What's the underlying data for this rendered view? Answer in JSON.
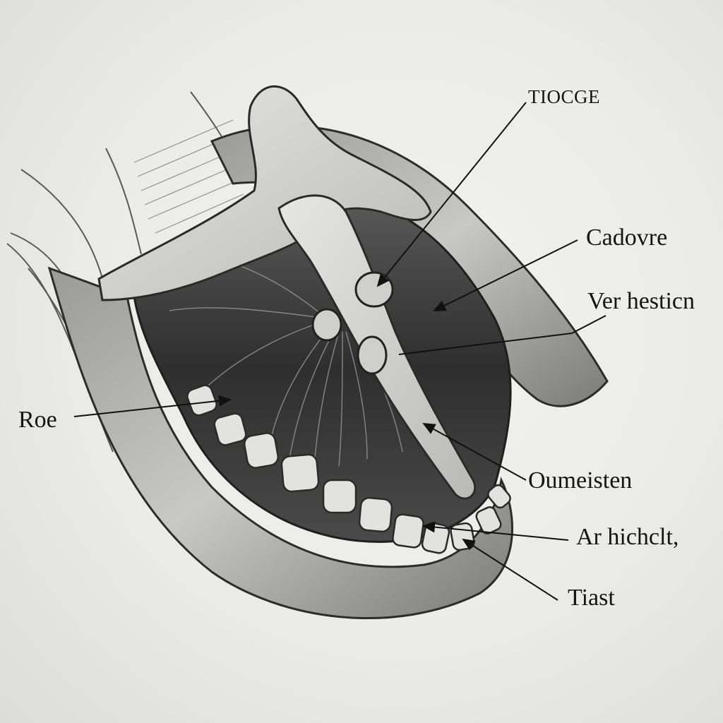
{
  "labels": {
    "top": "TIOCGE",
    "right_1": "Cadovre",
    "right_2": "Ver hesticn",
    "left": "Roe",
    "right_3": "Oumeisten",
    "right_4": "Ar hichclt,",
    "right_5": "Tiast"
  },
  "colors": {
    "paper": "#ececea",
    "ink": "#151515",
    "shade_dark": "#3a3a3a",
    "shade_mid": "#8a8a8a",
    "bone": "#d9d9d6"
  }
}
